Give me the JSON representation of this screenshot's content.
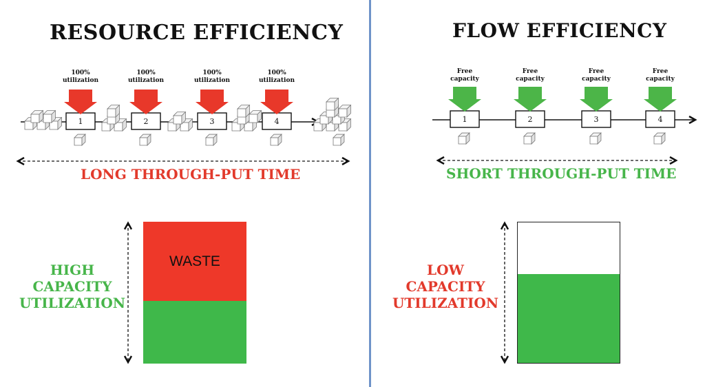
{
  "left": {
    "title": "RESOURCE EFFICIENCY",
    "arrow_label_line1": "100%",
    "arrow_label_line2": "utilization",
    "arrow_color": "#e8382a",
    "processes": [
      "1",
      "2",
      "3",
      "4"
    ],
    "throughput_label": "LONG THROUGH-PUT TIME",
    "throughput_color": "#e23a2c",
    "utilization_label": [
      "HIGH",
      "CAPACITY",
      "UTILIZATION"
    ],
    "utilization_color": "#47b54a",
    "bar": {
      "waste_label": "WASTE",
      "waste_color": "#ee3829",
      "used_color": "#3fb84a",
      "waste_fraction": 0.56,
      "used_fraction": 0.44
    }
  },
  "right": {
    "title": "FLOW EFFICIENCY",
    "arrow_label_line1": "Free",
    "arrow_label_line2": "capacity",
    "arrow_color": "#4cb548",
    "processes": [
      "1",
      "2",
      "3",
      "4"
    ],
    "throughput_label": "SHORT THROUGH-PUT TIME",
    "throughput_color": "#47b54a",
    "utilization_label": [
      "LOW",
      "CAPACITY",
      "UTILIZATION"
    ],
    "utilization_color": "#e23a2c",
    "bar": {
      "used_color": "#3fb84a",
      "empty_color": "#ffffff",
      "used_fraction": 0.63
    }
  },
  "divider_color": "#6f93c9"
}
